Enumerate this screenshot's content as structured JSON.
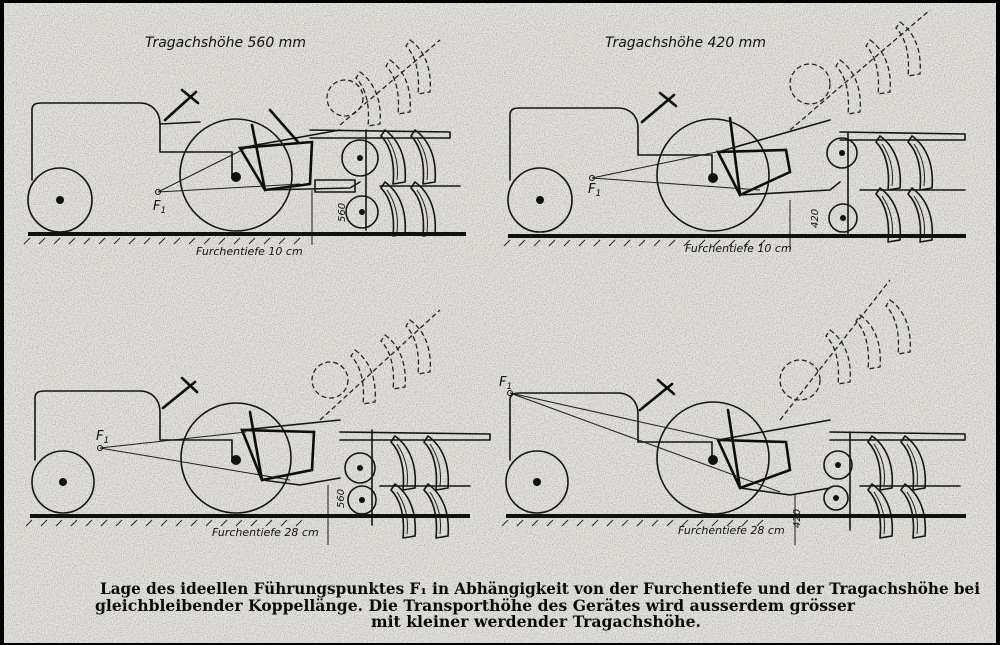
{
  "panels": [
    {
      "title": "Tragachshöhe 560 mm",
      "point_label": "F",
      "point_sub": "1",
      "height_label": "560",
      "depth_label": "Furchentiefe 10 cm"
    },
    {
      "title": "Tragachshöhe 420 mm",
      "point_label": "F",
      "point_sub": "1",
      "height_label": "420",
      "depth_label": "Furchentiefe 10 cm"
    },
    {
      "title": "",
      "point_label": "F",
      "point_sub": "1",
      "height_label": "560",
      "depth_label": "Furchentiefe 28 cm"
    },
    {
      "title": "",
      "point_label": "F",
      "point_sub": "1",
      "height_label": "420",
      "depth_label": "Furchentiefe 28 cm"
    }
  ],
  "caption": {
    "line1": "Lage des ideellen Führungspunktes F₁ in Abhängigkeit von der Furchentiefe und der Tragachshöhe bei",
    "line2": "gleichbleibender Koppellänge. Die Transporthöhe des Gerätes wird ausserdem grösser",
    "line3": "mit kleiner werdender Tragachshöhe."
  },
  "colors": {
    "paper": "#e7e5e0",
    "ink": "#141414",
    "border": "#000000"
  }
}
